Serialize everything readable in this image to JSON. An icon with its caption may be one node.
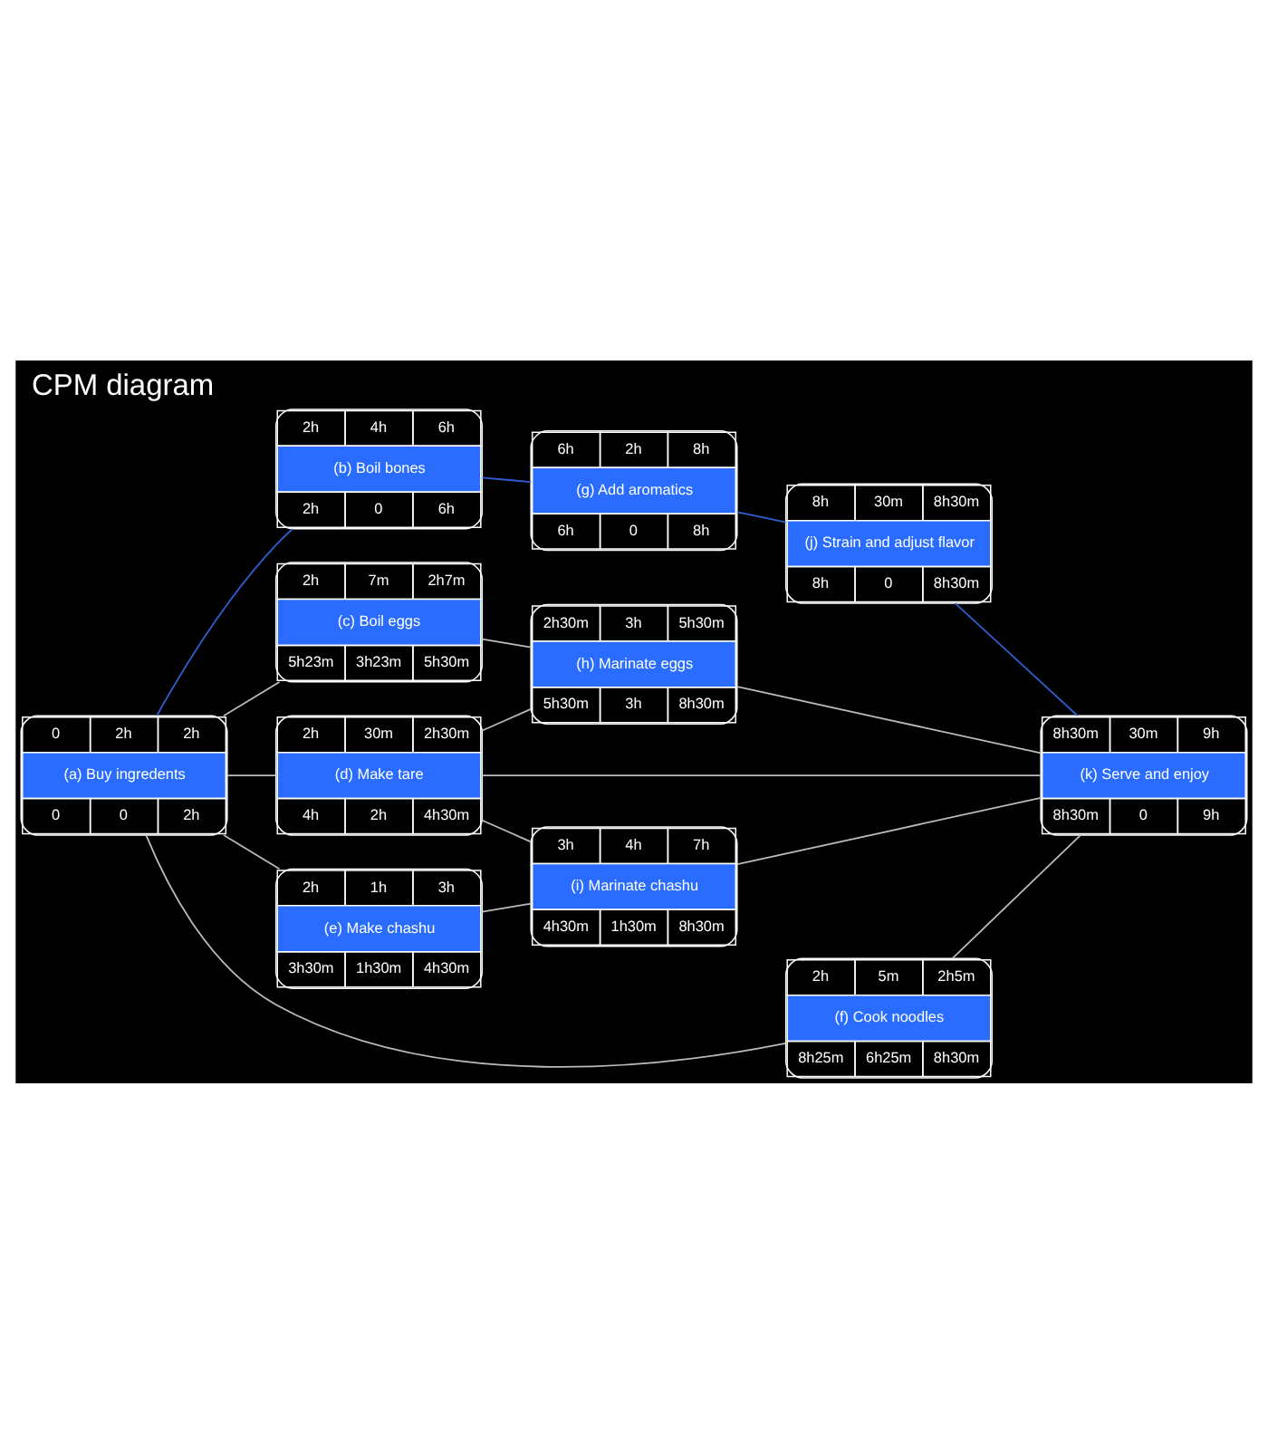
{
  "diagram": {
    "title": "CPM diagram",
    "nodes": [
      {
        "text": [
          "2h",
          "4h",
          "6h",
          "(b) Boil bones",
          "2h",
          "0",
          "6h"
        ]
      },
      {
        "text": [
          "6h",
          "2h",
          "8h",
          "(g) Add aromatics",
          "6h",
          "0",
          "8h"
        ]
      },
      {
        "text": [
          "8h",
          "30m",
          "8h30m",
          "(j) Strain and adjust flavor",
          "8h",
          "0",
          "8h30m"
        ]
      },
      {
        "text": [
          "2h",
          "7m",
          "2h7m",
          "(c) Boil eggs",
          "5h23m",
          "3h23m",
          "5h30m"
        ]
      },
      {
        "text": [
          "2h30m",
          "3h",
          "5h30m",
          "(h) Marinate eggs",
          "5h30m",
          "3h",
          "8h30m"
        ]
      },
      {
        "text": [
          "0",
          "2h",
          "2h",
          "(a) Buy ingredents",
          "0",
          "0",
          "2h"
        ]
      },
      {
        "text": [
          "2h",
          "30m",
          "2h30m",
          "(d) Make tare",
          "4h",
          "2h",
          "4h30m"
        ]
      },
      {
        "text": [
          "8h30m",
          "30m",
          "9h",
          "(k) Serve and enjoy",
          "8h30m",
          "0",
          "9h"
        ]
      },
      {
        "text": [
          "3h",
          "4h",
          "7h",
          "(i) Marinate chashu",
          "4h30m",
          "1h30m",
          "8h30m"
        ]
      },
      {
        "text": [
          "2h",
          "1h",
          "3h",
          "(e) Make chashu",
          "3h30m",
          "1h30m",
          "4h30m"
        ]
      },
      {
        "text": [
          "2h",
          "5m",
          "2h5m",
          "(f) Cook noodles",
          "8h25m",
          "6h25m",
          "8h30m"
        ]
      }
    ],
    "edges": [
      {
        "from": 5,
        "to": 0,
        "arrow": "none",
        "color": "#2f5fd0"
      },
      {
        "from": 5,
        "to": 3,
        "arrow": "none"
      },
      {
        "from": 5,
        "to": 6,
        "arrow": "none"
      },
      {
        "from": 5,
        "to": 9,
        "arrow": "none"
      },
      {
        "from": 5,
        "to": 10,
        "arrow": "none"
      },
      {
        "from": 0,
        "to": 1,
        "arrow": "none",
        "color": "#2f5fd0"
      },
      {
        "from": 1,
        "to": 2,
        "arrow": "none",
        "color": "#2f5fd0"
      },
      {
        "from": 2,
        "to": 7,
        "arrow": "none",
        "color": "#2f5fd0"
      },
      {
        "from": 3,
        "to": 4,
        "arrow": "none"
      },
      {
        "from": 6,
        "to": 4,
        "arrow": "none"
      },
      {
        "from": 6,
        "to": 7,
        "arrow": "none"
      },
      {
        "from": 6,
        "to": 8,
        "arrow": "none"
      },
      {
        "from": 9,
        "to": 8,
        "arrow": "none"
      },
      {
        "from": 4,
        "to": 7,
        "arrow": "none"
      },
      {
        "from": 8,
        "to": 7,
        "arrow": "none"
      },
      {
        "from": 10,
        "to": 7,
        "arrow": "none"
      }
    ]
  }
}
